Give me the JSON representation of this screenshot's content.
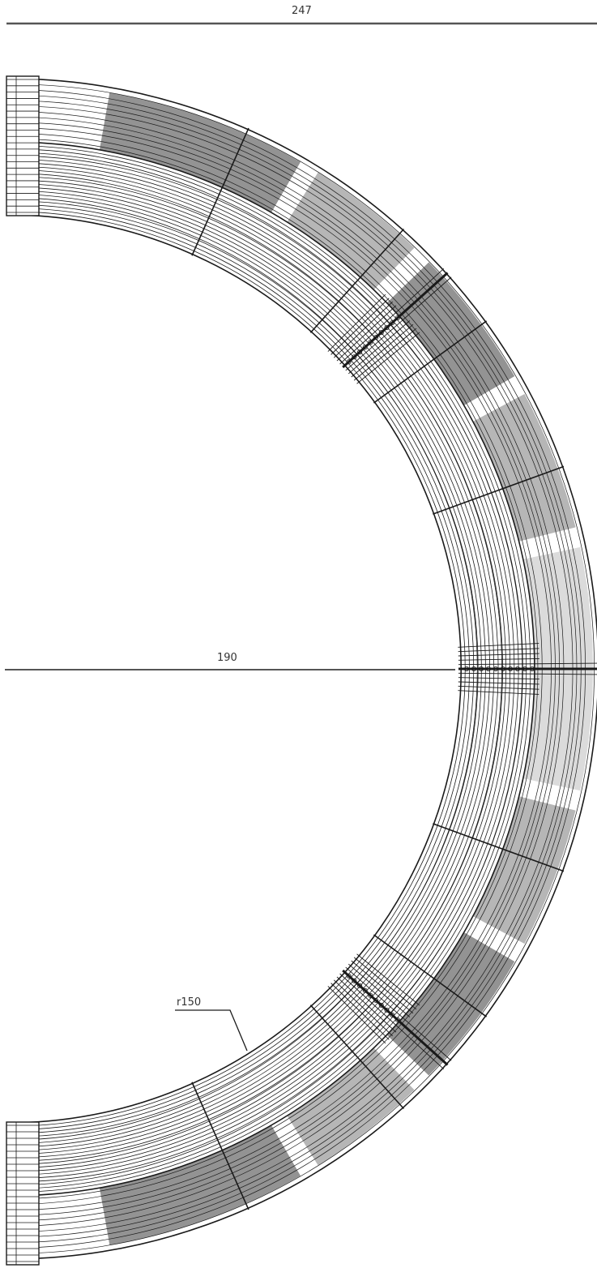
{
  "dimensions": {
    "overall_width": "247",
    "inner_span": "190",
    "radius": "r150"
  },
  "colors": {
    "ink": "#1a1a1a",
    "dimension_line": "#555555",
    "band_dark": "#3a3a3a",
    "band_mid": "#7a7a7a",
    "band_light": "#bdbdbd",
    "background": "#ffffff"
  },
  "drawing": {
    "kind": "semi-circular grooved track plan (technical drawing)",
    "inner_track_count": 22,
    "outer_band_count": 12,
    "radial_dividers_at_deg": [
      -66,
      -48,
      -36,
      -20,
      0,
      20,
      36,
      48,
      66
    ],
    "connector_clusters_at_deg": [
      -42,
      0,
      42
    ]
  }
}
